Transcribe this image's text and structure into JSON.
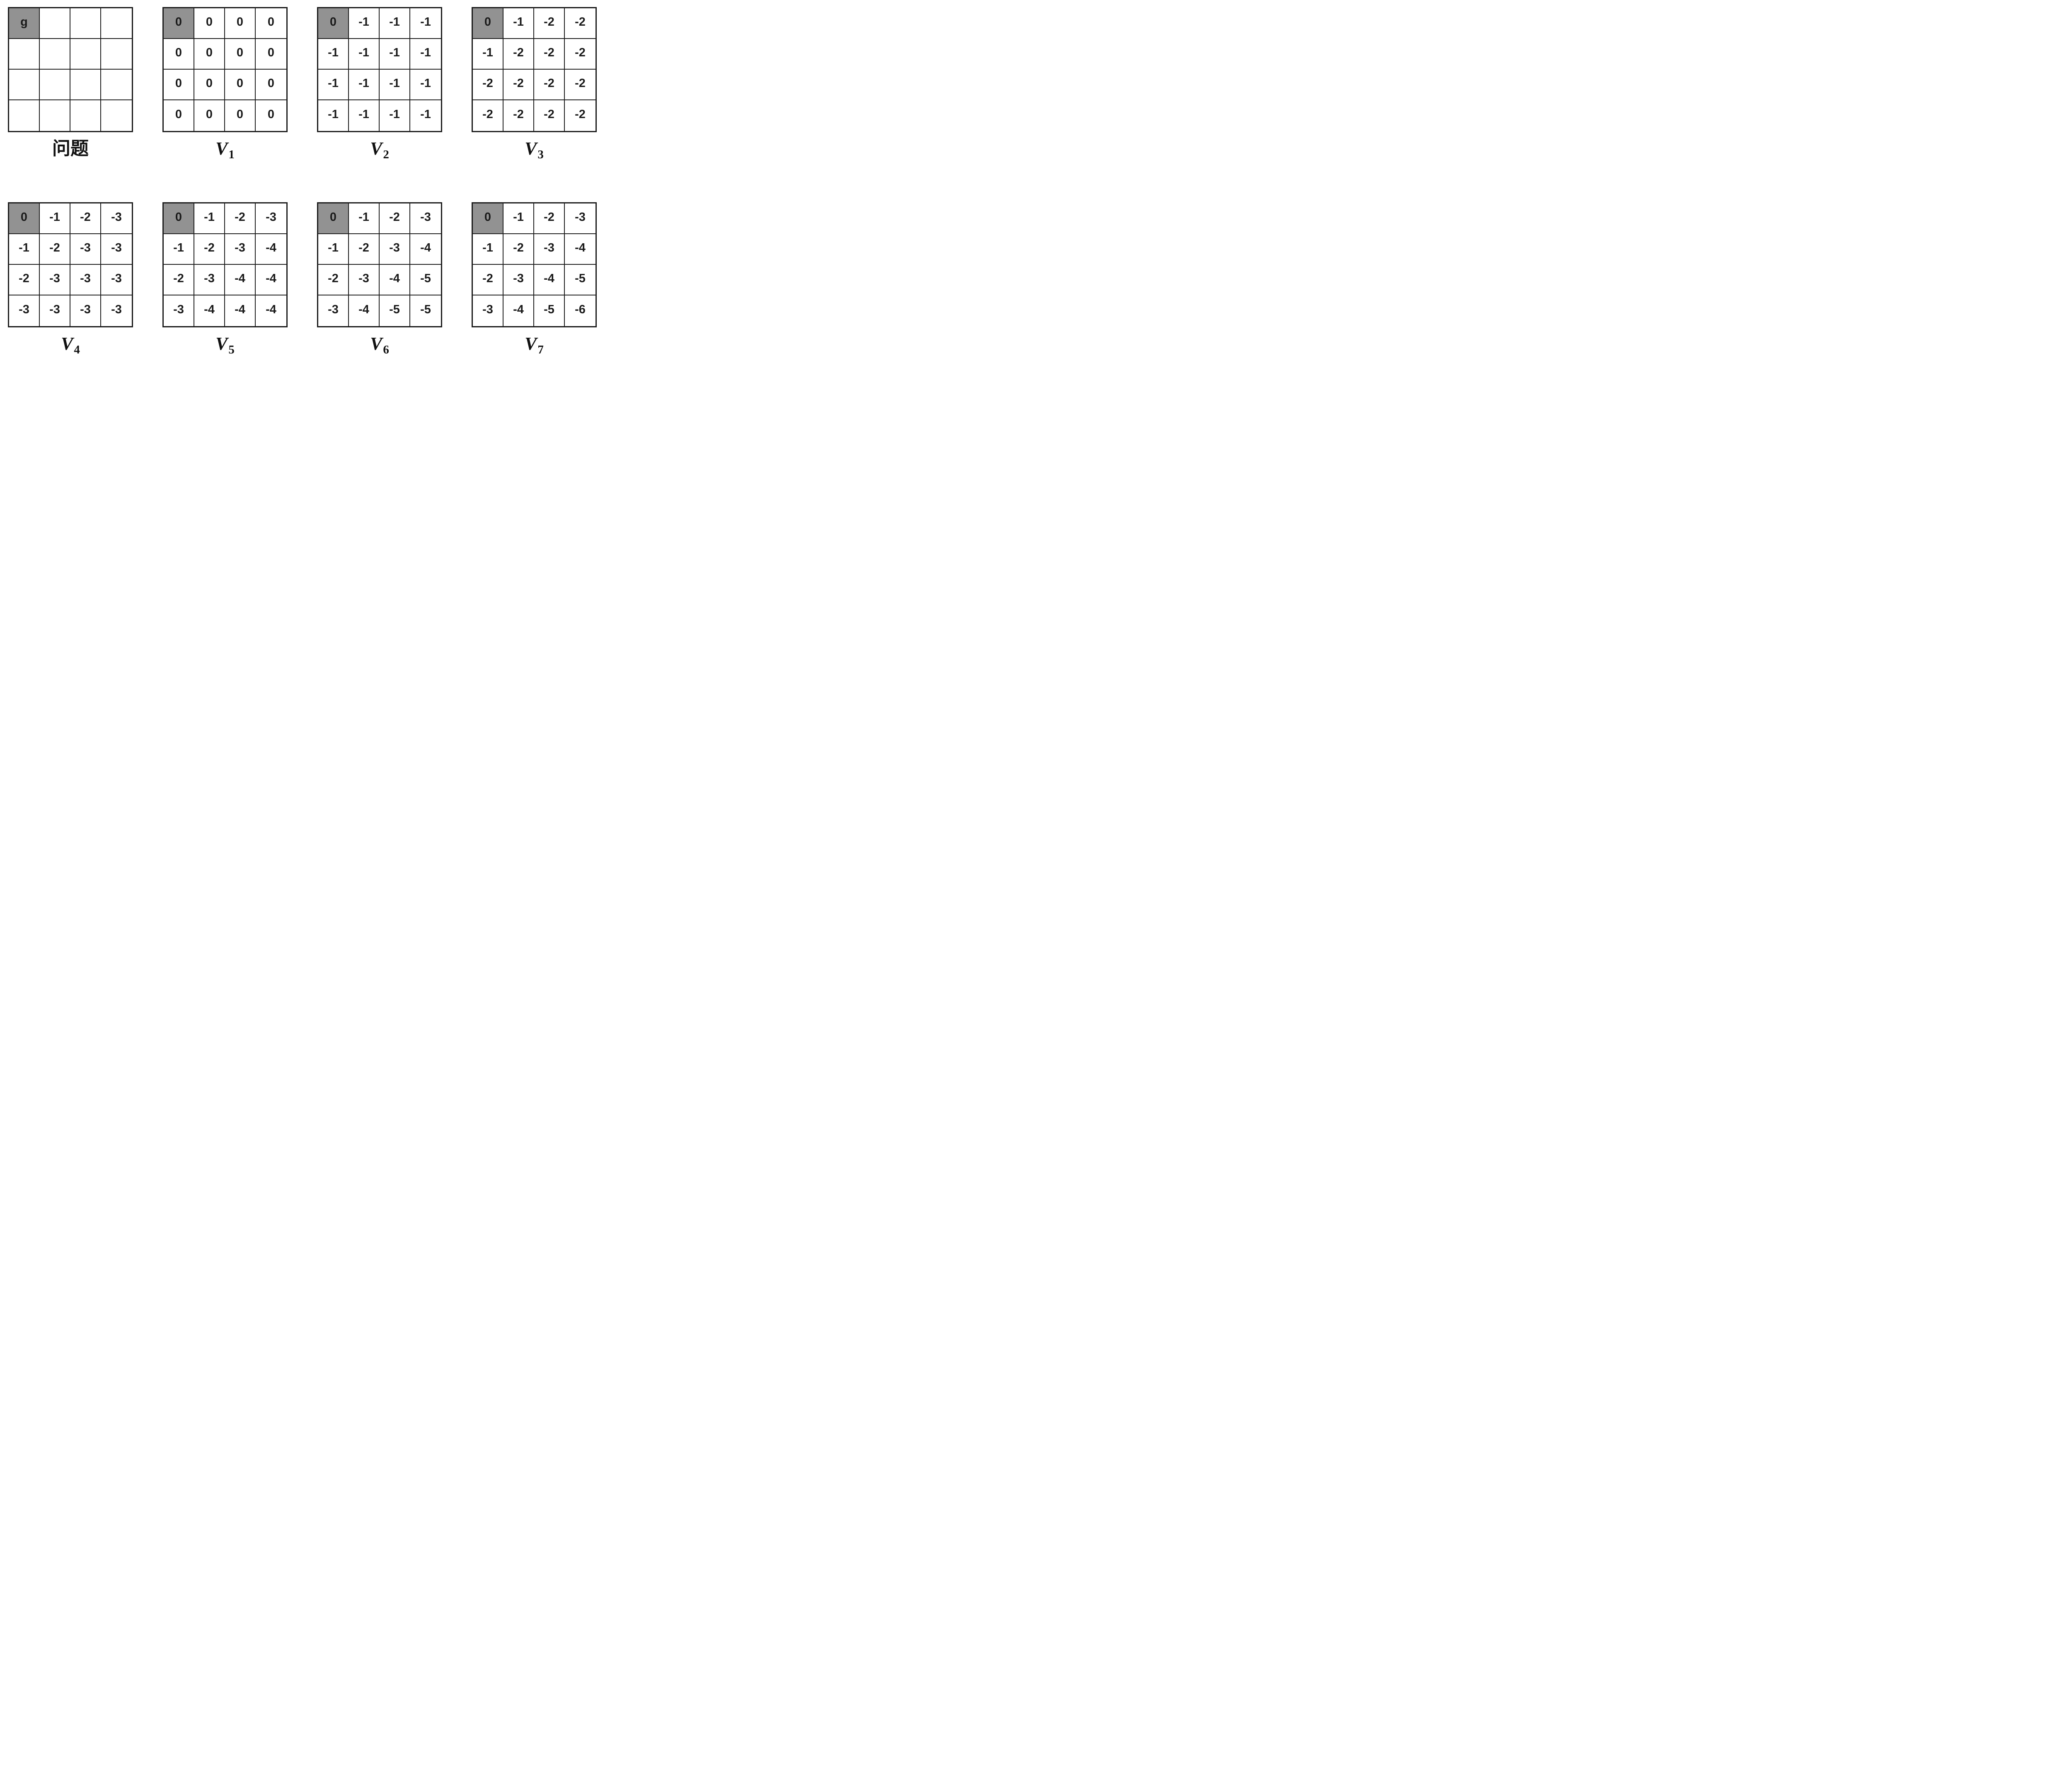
{
  "meta": {
    "description_labels": {
      "problem_caption": "问题",
      "value_function_symbol": "V"
    },
    "colors": {
      "page_bg": "#ffffff",
      "line_color": "#1b1b1b",
      "goal_cell_bg": "#929292",
      "cell_text": "#1a1a1a"
    }
  },
  "layout_rows": [
    [
      0,
      1,
      2,
      3
    ],
    [
      4,
      5,
      6,
      7
    ]
  ],
  "grids": [
    {
      "id": "problem",
      "caption": {
        "kind": "text",
        "text": "问题"
      },
      "goal_cell": [
        0,
        0
      ],
      "cells": [
        [
          "g",
          "",
          "",
          ""
        ],
        [
          "",
          "",
          "",
          ""
        ],
        [
          "",
          "",
          "",
          ""
        ],
        [
          "",
          "",
          "",
          ""
        ]
      ]
    },
    {
      "id": "v1",
      "caption": {
        "kind": "math",
        "base": "V",
        "sub": "1"
      },
      "goal_cell": [
        0,
        0
      ],
      "cells": [
        [
          "0",
          "0",
          "0",
          "0"
        ],
        [
          "0",
          "0",
          "0",
          "0"
        ],
        [
          "0",
          "0",
          "0",
          "0"
        ],
        [
          "0",
          "0",
          "0",
          "0"
        ]
      ]
    },
    {
      "id": "v2",
      "caption": {
        "kind": "math",
        "base": "V",
        "sub": "2"
      },
      "goal_cell": [
        0,
        0
      ],
      "cells": [
        [
          "0",
          "-1",
          "-1",
          "-1"
        ],
        [
          "-1",
          "-1",
          "-1",
          "-1"
        ],
        [
          "-1",
          "-1",
          "-1",
          "-1"
        ],
        [
          "-1",
          "-1",
          "-1",
          "-1"
        ]
      ]
    },
    {
      "id": "v3",
      "caption": {
        "kind": "math",
        "base": "V",
        "sub": "3"
      },
      "goal_cell": [
        0,
        0
      ],
      "cells": [
        [
          "0",
          "-1",
          "-2",
          "-2"
        ],
        [
          "-1",
          "-2",
          "-2",
          "-2"
        ],
        [
          "-2",
          "-2",
          "-2",
          "-2"
        ],
        [
          "-2",
          "-2",
          "-2",
          "-2"
        ]
      ]
    },
    {
      "id": "v4",
      "caption": {
        "kind": "math",
        "base": "V",
        "sub": "4"
      },
      "goal_cell": [
        0,
        0
      ],
      "cells": [
        [
          "0",
          "-1",
          "-2",
          "-3"
        ],
        [
          "-1",
          "-2",
          "-3",
          "-3"
        ],
        [
          "-2",
          "-3",
          "-3",
          "-3"
        ],
        [
          "-3",
          "-3",
          "-3",
          "-3"
        ]
      ]
    },
    {
      "id": "v5",
      "caption": {
        "kind": "math",
        "base": "V",
        "sub": "5"
      },
      "goal_cell": [
        0,
        0
      ],
      "cells": [
        [
          "0",
          "-1",
          "-2",
          "-3"
        ],
        [
          "-1",
          "-2",
          "-3",
          "-4"
        ],
        [
          "-2",
          "-3",
          "-4",
          "-4"
        ],
        [
          "-3",
          "-4",
          "-4",
          "-4"
        ]
      ]
    },
    {
      "id": "v6",
      "caption": {
        "kind": "math",
        "base": "V",
        "sub": "6"
      },
      "goal_cell": [
        0,
        0
      ],
      "cells": [
        [
          "0",
          "-1",
          "-2",
          "-3"
        ],
        [
          "-1",
          "-2",
          "-3",
          "-4"
        ],
        [
          "-2",
          "-3",
          "-4",
          "-5"
        ],
        [
          "-3",
          "-4",
          "-5",
          "-5"
        ]
      ]
    },
    {
      "id": "v7",
      "caption": {
        "kind": "math",
        "base": "V",
        "sub": "7"
      },
      "goal_cell": [
        0,
        0
      ],
      "cells": [
        [
          "0",
          "-1",
          "-2",
          "-3"
        ],
        [
          "-1",
          "-2",
          "-3",
          "-4"
        ],
        [
          "-2",
          "-3",
          "-4",
          "-5"
        ],
        [
          "-3",
          "-4",
          "-5",
          "-6"
        ]
      ]
    }
  ]
}
